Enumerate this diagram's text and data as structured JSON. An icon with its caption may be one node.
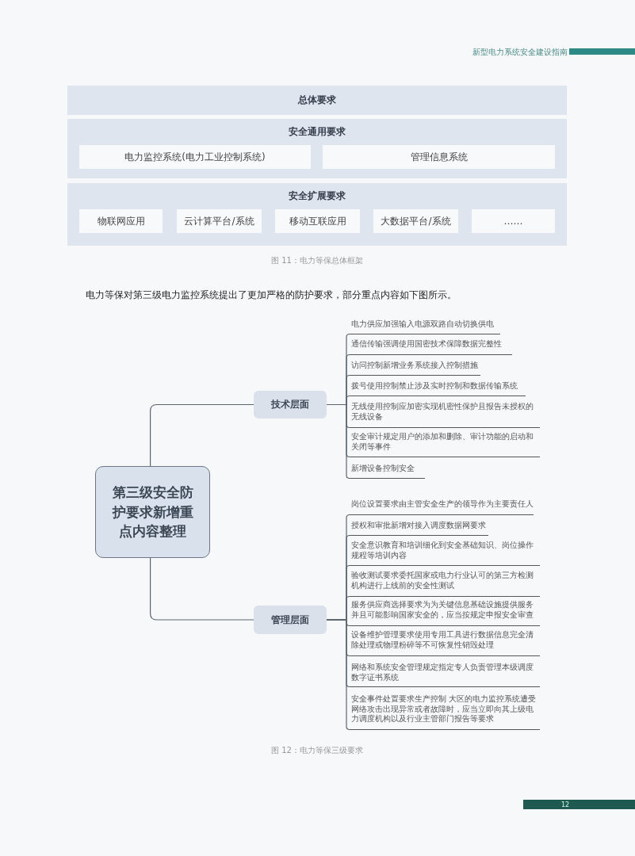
{
  "diagram": {
    "nodes": [
      {
        "text": [
          "总体要求"
        ]
      },
      {
        "text": [
          "安全通用要求"
        ]
      },
      {
        "text": [
          "电力监控系统(电力工业控制系统)"
        ],
        "in": 1
      },
      {
        "text": [
          "管理信息系统"
        ],
        "in": 1
      },
      {
        "text": [
          "安全扩展要求"
        ]
      },
      {
        "text": [
          "物联网应用"
        ],
        "in": 4
      },
      {
        "text": [
          "云计算平台/系统"
        ],
        "in": 4
      },
      {
        "text": [
          "移动互联应用"
        ],
        "in": 4
      },
      {
        "text": [
          "大数据平台/系统"
        ],
        "in": 4
      },
      {
        "text": [
          "……"
        ],
        "in": 4
      },
      {
        "text": [
          "第三级安全防护要求新增重点内容整理"
        ]
      },
      {
        "text": [
          "技术层面"
        ]
      },
      {
        "text": [
          "管理层面"
        ]
      },
      {
        "text": [
          "电力供应加强输入电源双路自动切换供电"
        ]
      },
      {
        "text": [
          "通信传输强调使用国密技术保障数据完整性"
        ]
      },
      {
        "text": [
          "访问控制新增业务系统接入控制措施"
        ]
      },
      {
        "text": [
          "拨号使用控制禁止涉及实时控制和数据传输系统"
        ]
      },
      {
        "text": [
          "无线使用控制应加密实现机密性保护且报告未授权的无线设备"
        ]
      },
      {
        "text": [
          "安全审计规定用户的添加和删除、审计功能的启动和关闭等事件"
        ]
      },
      {
        "text": [
          "新增设备控制安全"
        ]
      },
      {
        "text": [
          "岗位设置要求由主管安全生产的领导作为主要责任人"
        ]
      },
      {
        "text": [
          "授权和审批新增对接入调度数据网要求"
        ]
      },
      {
        "text": [
          "安全意识教育和培训细化到安全基础知识、岗位操作规程等培训内容"
        ]
      },
      {
        "text": [
          "验收测试要求委托国家或电力行业认可的第三方检测机构进行上线前的安全性测试"
        ]
      },
      {
        "text": [
          "服务供应商选择要求为为关键信息基础设施提供服务并且可能影响国家安全的，应当按规定申报安全审查"
        ]
      },
      {
        "text": [
          "设备维护管理要求使用专用工具进行数据信息完全清除处理或物理粉碎等不可恢复性销毁处理"
        ]
      },
      {
        "text": [
          "网络和系统安全管理规定指定专人负责管理本级调度数字证书系统"
        ]
      },
      {
        "text": [
          "安全事件处置要求生产控制 大区的电力监控系统遭受网络攻击出现异常或者故障时，应当立即向其上级电力调度机构以及行业主管部门报告等要求"
        ]
      }
    ],
    "edges": [
      {
        "from": 10,
        "to": 11,
        "arrow": "none"
      },
      {
        "from": 10,
        "to": 12,
        "arrow": "none"
      },
      {
        "from": 11,
        "to": 13,
        "arrow": "none"
      },
      {
        "from": 11,
        "to": 14,
        "arrow": "none"
      },
      {
        "from": 11,
        "to": 15,
        "arrow": "none"
      },
      {
        "from": 11,
        "to": 16,
        "arrow": "none"
      },
      {
        "from": 11,
        "to": 17,
        "arrow": "none"
      },
      {
        "from": 11,
        "to": 18,
        "arrow": "none"
      },
      {
        "from": 11,
        "to": 19,
        "arrow": "none"
      },
      {
        "from": 12,
        "to": 20,
        "arrow": "none"
      },
      {
        "from": 12,
        "to": 21,
        "arrow": "none"
      },
      {
        "from": 12,
        "to": 22,
        "arrow": "none"
      },
      {
        "from": 12,
        "to": 23,
        "arrow": "none"
      },
      {
        "from": 12,
        "to": 24,
        "arrow": "none"
      },
      {
        "from": 12,
        "to": 25,
        "arrow": "none"
      },
      {
        "from": 12,
        "to": 26,
        "arrow": "none"
      },
      {
        "from": 12,
        "to": 27,
        "arrow": "none"
      }
    ],
    "labels": [
      "新型电力系统安全建设指南",
      "图 11：电力等保总体框架",
      "电力等保对第三级电力监控系统提出了更加严格的防护要求，部分重点内容如下图所示。",
      "图 12：电力等保三级要求",
      "12"
    ]
  }
}
